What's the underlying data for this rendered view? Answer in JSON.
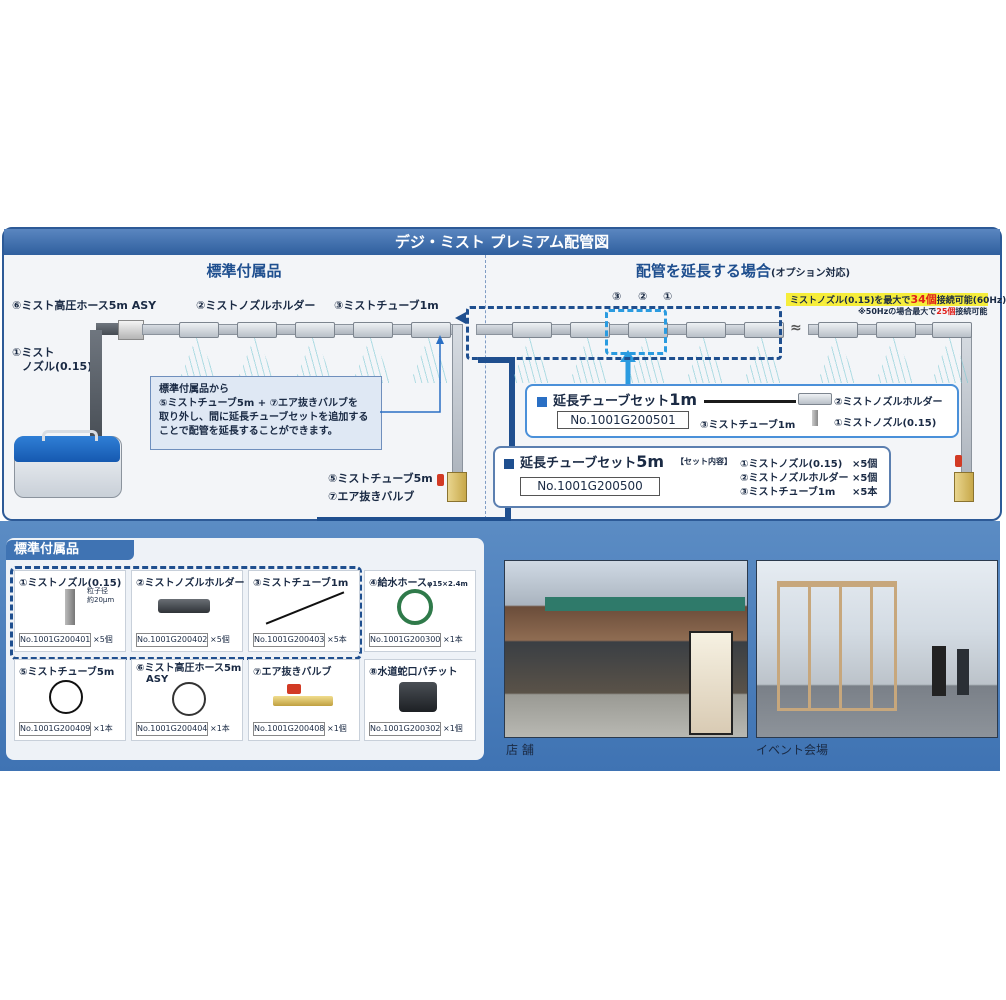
{
  "title": "デジ・ミスト プレミアム配管図",
  "left_section": {
    "heading": "標準付属品",
    "labels": {
      "hose": "⑥ミスト高圧ホース5m ASY",
      "holder": "②ミストノズルホルダー",
      "tube1m": "③ミストチューブ1m",
      "nozzle_a": "①ミスト",
      "nozzle_b": "ノズル(0.15)",
      "tube5m": "⑤ミストチューブ5m",
      "valve": "⑦エア抜きバルブ"
    },
    "note": [
      "標準付属品から",
      "⑤ミストチューブ5m + ⑦エア抜きバルブを",
      "取り外し、間に延長チューブセットを追加する",
      "ことで配管を延長することができます。"
    ]
  },
  "right_section": {
    "heading": "配管を延長する場合",
    "heading_sub": "(オプション対応)",
    "markers": [
      "③",
      "②",
      "①"
    ],
    "capacity_pre": "ミストノズル(0.15)を最大で",
    "capacity_num": "34個",
    "capacity_post": "接続可能(60Hz)",
    "capacity_note_pre": "※50Hzの場合最大で",
    "capacity_note_num": "25個",
    "capacity_note_post": "接続可能",
    "wave": "≈"
  },
  "set1m": {
    "title": "延長チューブセット",
    "title_len": "1m",
    "code": "No.1001G200501",
    "tube": "③ミストチューブ1m",
    "holder": "②ミストノズルホルダー",
    "nozzle": "①ミストノズル(0.15)"
  },
  "set5m": {
    "title": "延長チューブセット",
    "title_len": "5m",
    "code": "No.1001G200500",
    "contents_label": "【セット内容】",
    "items": [
      {
        "name": "①ミストノズル(0.15)",
        "qty": "×5個"
      },
      {
        "name": "②ミストノズルホルダー",
        "qty": "×5個"
      },
      {
        "name": "③ミストチューブ1m",
        "qty": "×5本"
      }
    ]
  },
  "accessories": {
    "title": "標準付属品",
    "cards": [
      {
        "name": "①ミストノズル(0.15)",
        "note1": "粒子径",
        "note2": "約20μm",
        "code": "No.1001G200401",
        "qty": "×5個"
      },
      {
        "name": "②ミストノズルホルダー",
        "code": "No.1001G200402",
        "qty": "×5個"
      },
      {
        "name": "③ミストチューブ1m",
        "code": "No.1001G200403",
        "qty": "×5本"
      },
      {
        "name": "④給水ホース",
        "name_sub": "φ15×2.4m",
        "code": "No.1001G200300",
        "qty": "×1本"
      },
      {
        "name": "⑤ミストチューブ5m",
        "code": "No.1001G200409",
        "qty": "×1本"
      },
      {
        "name": "⑥ミスト高圧ホース5m",
        "name2": "ASY",
        "code": "No.1001G200404",
        "qty": "×1本"
      },
      {
        "name": "⑦エア抜きバルブ",
        "code": "No.1001G200408",
        "qty": "×1個"
      },
      {
        "name": "⑧水道蛇口パチット",
        "code": "No.1001G200302",
        "qty": "×1個"
      }
    ]
  },
  "photos": {
    "store_caption": "店 舗",
    "event_caption": "イベント会場"
  }
}
